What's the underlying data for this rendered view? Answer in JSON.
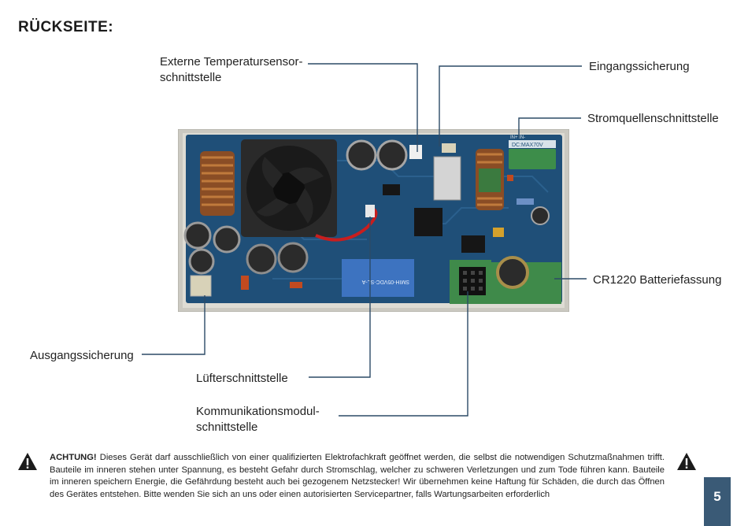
{
  "heading": "RÜCKSEITE:",
  "labels": {
    "temp_sensor_line1": "Externe Temperatursensor-",
    "temp_sensor_line2": "schnittstelle",
    "input_fuse": "Eingangssicherung",
    "power_source": "Stromquellenschnittstelle",
    "battery_holder": "CR1220 Batteriefassung",
    "output_fuse": "Ausgangssicherung",
    "fan_interface": "Lüfterschnittstelle",
    "comm_module_line1": "Kommunikationsmodul-",
    "comm_module_line2": "schnittstelle"
  },
  "board": {
    "image": "circuit-board-photo",
    "silkscreen_in": "IN+  IN-",
    "silkscreen_max": "DC:MAX70V",
    "relay_text": "SMIH-05VDC-SL-A",
    "colors": {
      "pcb": "#1f4f78",
      "frame": "#c9c7bf",
      "terminal": "#3f8a4a"
    }
  },
  "warning": {
    "prefix": "ACHTUNG!",
    "text": " Dieses Gerät darf ausschließlich von einer qualifizierten Elektrofachkraft geöffnet werden, die selbst die notwendigen Schutzmaßnahmen trifft. Bauteile im inneren stehen unter Spannung, es besteht Gefahr durch Stromschlag, welcher zu schweren Verletzungen und zum Tode führen kann.  Bauteile im inneren speichern Energie, die Gefährdung besteht auch bei gezogenem Netzstecker! Wir übernehmen keine Haftung für Schäden, die durch das Öffnen des Gerätes entstehen. Bitte wenden Sie sich an uns oder einen autorisierten Servicepartner, falls Wartungsarbeiten erforderlich",
    "icon": "warning-triangle-icon"
  },
  "page_number": "5",
  "accent_color": "#3a5a76",
  "line_color": "#2c4a66"
}
